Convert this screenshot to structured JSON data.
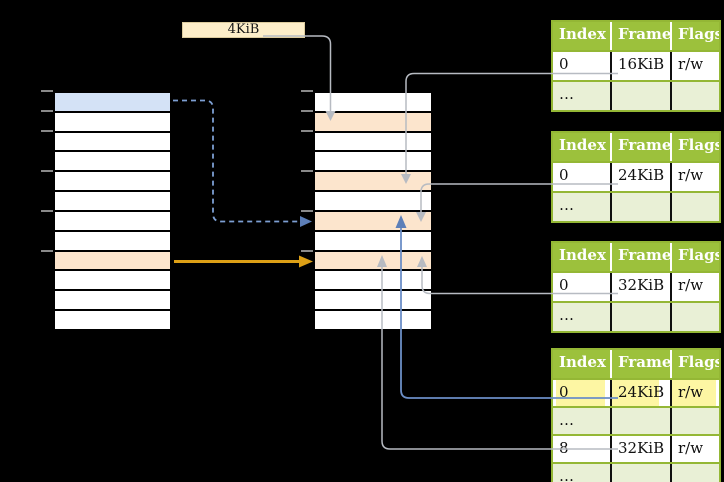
{
  "page_size_label": "4KiB",
  "colors": {
    "background": "#000000",
    "table_header_green": "#9cc13c",
    "table_border_green": "#94b735",
    "table_alt_row_green": "#e9f0d6",
    "highlight_yellow": "#fdf6a3",
    "memory_cell_orange": "#fce5cd",
    "memory_cell_blue": "#d4e2f6",
    "label_box_cream": "#fdeec9",
    "arrow_gray": "#b7bbc2",
    "arrow_blue": "#6b8ec6",
    "arrow_blue_dashed": "#7d9fd3",
    "arrow_blue_head": "#5d7fb8",
    "arrow_orange": "#dda016",
    "tick_gray": "#8a8a8a"
  },
  "left_column": {
    "cells": [
      "blue",
      "white",
      "white",
      "white",
      "white",
      "white",
      "white",
      "white",
      "orange",
      "white",
      "white",
      "white"
    ]
  },
  "middle_column": {
    "cells": [
      "white",
      "orange",
      "white",
      "white",
      "orange",
      "white",
      "orange",
      "white",
      "orange",
      "white",
      "white",
      "white"
    ]
  },
  "page_tables": [
    {
      "name": "page-table-1",
      "header": [
        "Index",
        "Frame",
        "Flags"
      ],
      "rows": [
        {
          "cells": [
            "0",
            "16KiB",
            "r/w"
          ],
          "alt": false,
          "highlight": false
        },
        {
          "cells": [
            "…",
            "",
            ""
          ],
          "alt": true,
          "highlight": false
        }
      ]
    },
    {
      "name": "page-table-2",
      "header": [
        "Index",
        "Frame",
        "Flags"
      ],
      "rows": [
        {
          "cells": [
            "0",
            "24KiB",
            "r/w"
          ],
          "alt": false,
          "highlight": false
        },
        {
          "cells": [
            "…",
            "",
            ""
          ],
          "alt": true,
          "highlight": false
        }
      ]
    },
    {
      "name": "page-table-3",
      "header": [
        "Index",
        "Frame",
        "Flags"
      ],
      "rows": [
        {
          "cells": [
            "0",
            "32KiB",
            "r/w"
          ],
          "alt": false,
          "highlight": false
        },
        {
          "cells": [
            "…",
            "",
            ""
          ],
          "alt": true,
          "highlight": false
        }
      ]
    },
    {
      "name": "page-table-4",
      "header": [
        "Index",
        "Frame",
        "Flags"
      ],
      "rows": [
        {
          "cells": [
            "0",
            "24KiB",
            "r/w"
          ],
          "alt": false,
          "highlight": true
        },
        {
          "cells": [
            "…",
            "",
            ""
          ],
          "alt": true,
          "highlight": false
        },
        {
          "cells": [
            "8",
            "32KiB",
            "r/w"
          ],
          "alt": false,
          "highlight": false
        },
        {
          "cells": [
            "…",
            "",
            ""
          ],
          "alt": true,
          "highlight": false
        }
      ]
    }
  ]
}
